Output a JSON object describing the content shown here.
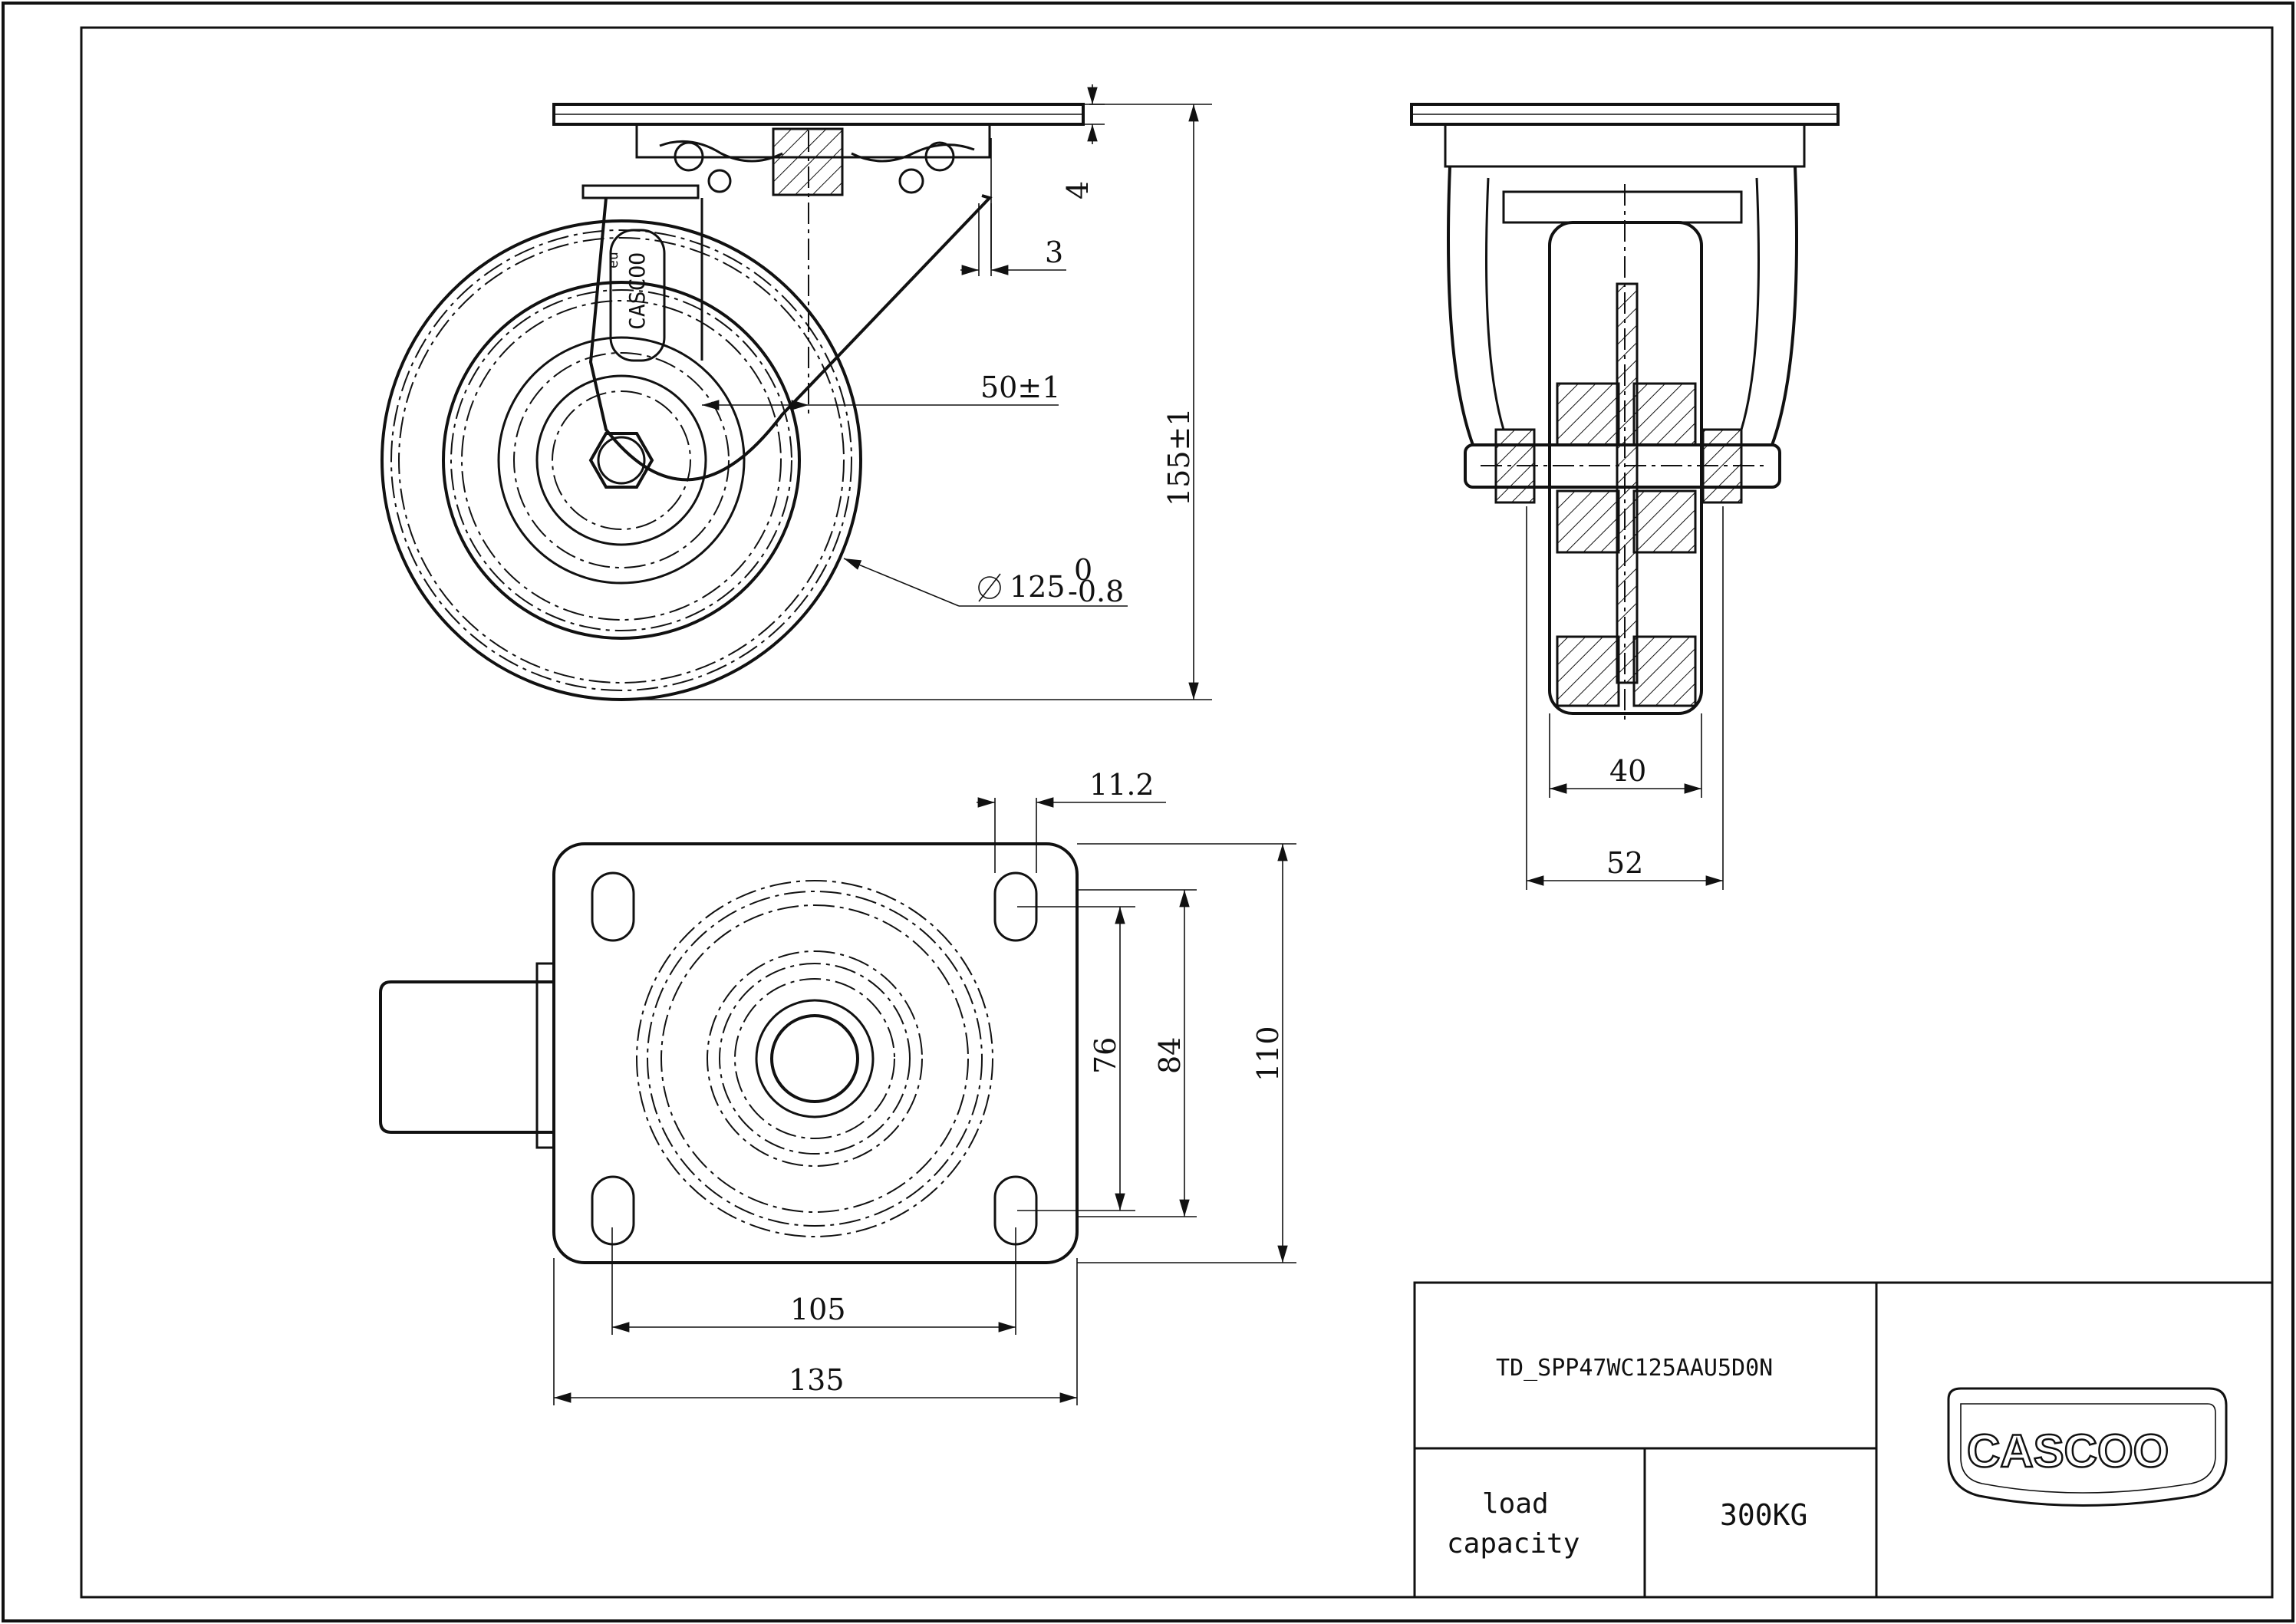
{
  "drawing": {
    "dimensions": {
      "top_plate": "4",
      "offset": "3",
      "swivel_offset": "50±1",
      "height": "155±1",
      "wheel_diameter": "125",
      "wheel_tol_upper": "0",
      "wheel_tol_lower": "-0.8",
      "wheel_width": "40",
      "fork_width": "52",
      "hole_offset": "11.2",
      "hole_spacing_short": "76",
      "plate_inner": "84",
      "plate_width": "110",
      "hole_spacing_long": "105",
      "plate_length": "135"
    },
    "wheel_logo_text": "CASCOO",
    "wheel_logo_sub": "eu"
  },
  "title_block": {
    "part_number": "TD_SPP47WC125AAU5D0N",
    "load_label_line1": "load",
    "load_label_line2": "capacity",
    "load_value": "300KG",
    "brand_logo": "CASCOO"
  }
}
